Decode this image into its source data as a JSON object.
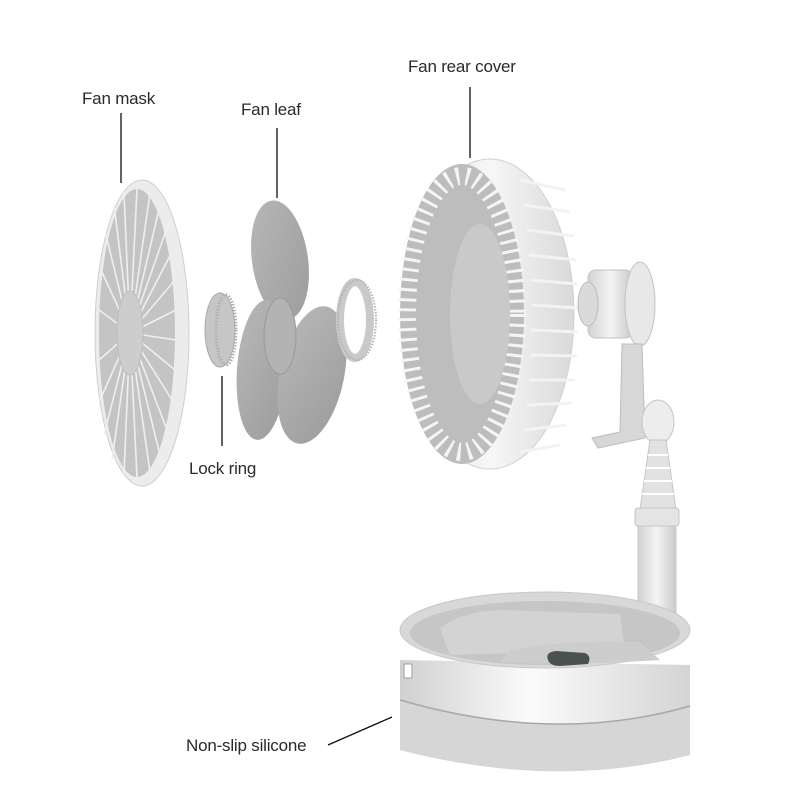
{
  "diagram": {
    "type": "exploded-view",
    "subject": "folding desk fan",
    "colors": {
      "background": "#ffffff",
      "body_white": "#f2f2f2",
      "body_grey": "#c8c8c8",
      "blade_grey": "#a9a9a9",
      "display_dark": "#4a5250",
      "leader_line": "#111111",
      "label_text": "#2a2a2a"
    },
    "labels": [
      {
        "id": "fan-mask",
        "text": "Fan mask"
      },
      {
        "id": "fan-leaf",
        "text": "Fan leaf"
      },
      {
        "id": "fan-rear-cover",
        "text": "Fan rear cover"
      },
      {
        "id": "lock-ring",
        "text": "Lock ring"
      },
      {
        "id": "non-slip-silicone",
        "text": "Non-slip silicone"
      }
    ]
  }
}
